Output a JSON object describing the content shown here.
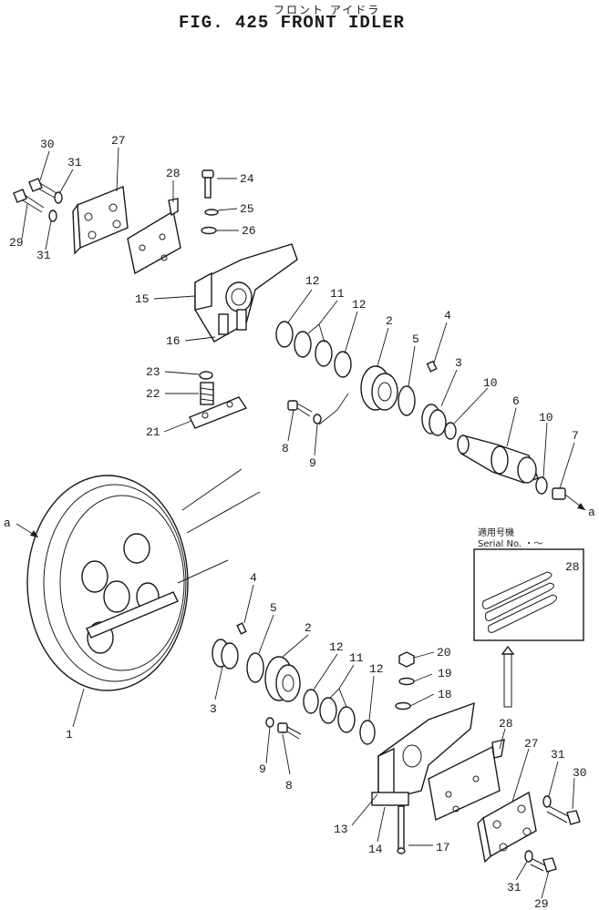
{
  "header": {
    "title_jp": "フロント アイドラ",
    "title": "FIG. 425  FRONT  IDLER"
  },
  "callouts": {
    "a_left": "a",
    "a_right": "a",
    "serial_jp": "適用号機",
    "serial_en": "Serial No.  ・～"
  },
  "labels": [
    {
      "id": "l30a",
      "text": "30"
    },
    {
      "id": "l27a",
      "text": "27"
    },
    {
      "id": "l31a",
      "text": "31"
    },
    {
      "id": "l29a",
      "text": "29"
    },
    {
      "id": "l31b",
      "text": "31"
    },
    {
      "id": "l28a",
      "text": "28"
    },
    {
      "id": "l24",
      "text": "24"
    },
    {
      "id": "l25",
      "text": "25"
    },
    {
      "id": "l26",
      "text": "26"
    },
    {
      "id": "l15",
      "text": "15"
    },
    {
      "id": "l16",
      "text": "16"
    },
    {
      "id": "l23",
      "text": "23"
    },
    {
      "id": "l22",
      "text": "22"
    },
    {
      "id": "l21",
      "text": "21"
    },
    {
      "id": "l12a",
      "text": "12"
    },
    {
      "id": "l11a",
      "text": "11"
    },
    {
      "id": "l12b",
      "text": "12"
    },
    {
      "id": "l2a",
      "text": "2"
    },
    {
      "id": "l4a",
      "text": "4"
    },
    {
      "id": "l5a",
      "text": "5"
    },
    {
      "id": "l3a",
      "text": "3"
    },
    {
      "id": "l10a",
      "text": "10"
    },
    {
      "id": "l6",
      "text": "6"
    },
    {
      "id": "l10b",
      "text": "10"
    },
    {
      "id": "l7",
      "text": "7"
    },
    {
      "id": "l8a",
      "text": "8"
    },
    {
      "id": "l9a",
      "text": "9"
    },
    {
      "id": "l28b",
      "text": "28"
    },
    {
      "id": "l4b",
      "text": "4"
    },
    {
      "id": "l5b",
      "text": "5"
    },
    {
      "id": "l2b",
      "text": "2"
    },
    {
      "id": "l20",
      "text": "20"
    },
    {
      "id": "l12c",
      "text": "12"
    },
    {
      "id": "l11b",
      "text": "11"
    },
    {
      "id": "l19",
      "text": "19"
    },
    {
      "id": "l12d",
      "text": "12"
    },
    {
      "id": "l18",
      "text": "18"
    },
    {
      "id": "l3b",
      "text": "3"
    },
    {
      "id": "l1",
      "text": "1"
    },
    {
      "id": "l28c",
      "text": "28"
    },
    {
      "id": "l27b",
      "text": "27"
    },
    {
      "id": "l31c",
      "text": "31"
    },
    {
      "id": "l30b",
      "text": "30"
    },
    {
      "id": "l9b",
      "text": "9"
    },
    {
      "id": "l8b",
      "text": "8"
    },
    {
      "id": "l13",
      "text": "13"
    },
    {
      "id": "l14",
      "text": "14"
    },
    {
      "id": "l17",
      "text": "17"
    },
    {
      "id": "l31d",
      "text": "31"
    },
    {
      "id": "l29b",
      "text": "29"
    }
  ]
}
